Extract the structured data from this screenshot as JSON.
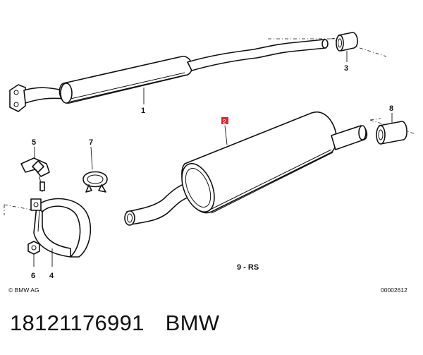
{
  "diagram": {
    "callouts": {
      "c1": "1",
      "c2": "2",
      "c3": "3",
      "c4": "4",
      "c5": "5",
      "c6": "6",
      "c7": "7",
      "c8": "8"
    },
    "section_label": "9 - RS",
    "copyright": "© BMW AG",
    "drawing_number": "00002612",
    "highlight_color": "#e8212e"
  },
  "caption": {
    "part_number": "18121176991",
    "brand": "BMW"
  }
}
